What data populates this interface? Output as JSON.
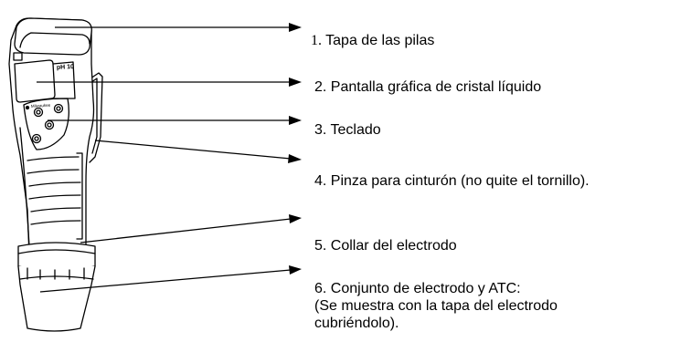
{
  "device": {
    "model_text": "pH 10",
    "brand_text": "Milwaukee"
  },
  "callouts": [
    {
      "number": "1.",
      "text": "Tapa de las pilas"
    },
    {
      "number": "2.",
      "text": "Pantalla gráfica de cristal líquido"
    },
    {
      "number": "3.",
      "text": "Teclado"
    },
    {
      "number": "4.",
      "text": "Pinza para cinturón (no quite el tornillo)."
    },
    {
      "number": "5.",
      "text": "Collar del electrodo"
    },
    {
      "number": "6.",
      "text": "Conjunto de electrodo y ATC:"
    }
  ],
  "callout6_extra": [
    " (Se muestra con la tapa del electrodo",
    "cubriéndolo)."
  ],
  "colors": {
    "line": "#000000",
    "background": "#ffffff"
  }
}
